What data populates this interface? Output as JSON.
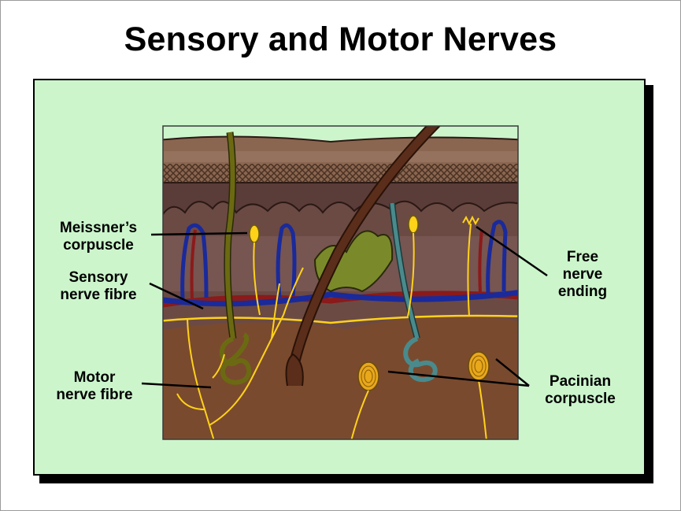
{
  "title": "Sensory and Motor Nerves",
  "labels": {
    "meissner": [
      "Meissner’s",
      "corpuscle"
    ],
    "sensory": [
      "Sensory",
      "nerve fibre"
    ],
    "motor": [
      "Motor",
      "nerve fibre"
    ],
    "free": [
      "Free",
      "nerve",
      "ending"
    ],
    "pacinian": [
      "Pacinian",
      "corpuscle"
    ]
  },
  "colors": {
    "panel_background": "#ccf5cc",
    "dermis": "#6b4a44",
    "hypodermis": "#7a4a2e",
    "epidermis": "#8a6650",
    "sensory_fibre": "#ffd21a",
    "motor_fibre": "#6b6a12",
    "teal_fibre": "#4a8a8c",
    "artery": "#8b1a1a",
    "vein": "#1a2a9a",
    "hair": "#5a2e1a"
  }
}
